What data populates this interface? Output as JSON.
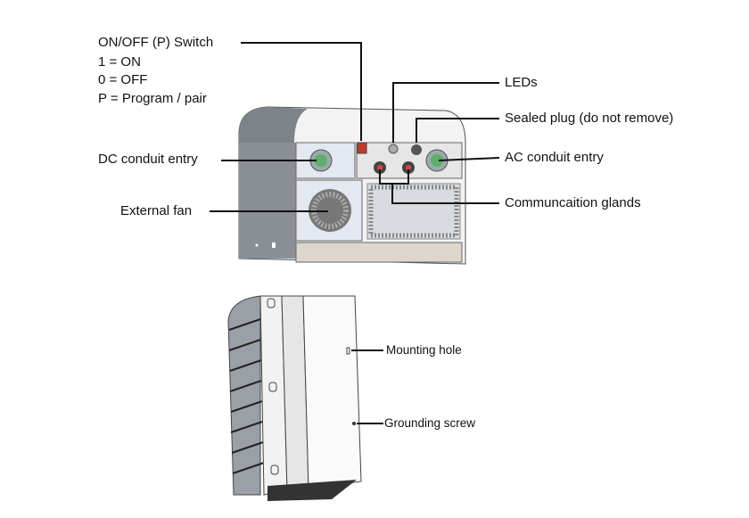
{
  "labels": {
    "switch_title": "ON/OFF (P) Switch",
    "switch_on": "1 = ON",
    "switch_off": "0 = OFF",
    "switch_program": "P = Program / pair",
    "dc_conduit": "DC conduit entry",
    "external_fan": "External fan",
    "leds": "LEDs",
    "sealed_plug": "Sealed plug (do not remove)",
    "ac_conduit": "AC conduit entry",
    "comm_glands": "Communcaition glands",
    "mounting_hole": "Mounting hole",
    "grounding_screw": "Grounding screw"
  },
  "colors": {
    "line": "#111111",
    "body_dark": "#8a8f96",
    "panel": "#e4e8f0",
    "switch": "#c0392b",
    "conduit": "#5fae6a"
  }
}
